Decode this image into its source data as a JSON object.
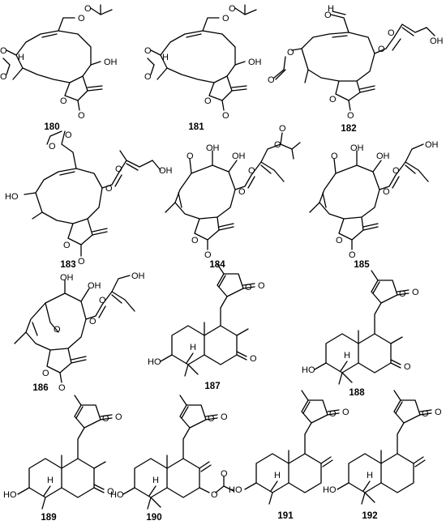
{
  "figure": {
    "compounds": [
      {
        "id": "c180",
        "label": "180"
      },
      {
        "id": "c181",
        "label": "181"
      },
      {
        "id": "c182",
        "label": "182"
      },
      {
        "id": "c183",
        "label": "183"
      },
      {
        "id": "c184",
        "label": "184"
      },
      {
        "id": "c185",
        "label": "185"
      },
      {
        "id": "c186",
        "label": "186"
      },
      {
        "id": "c187",
        "label": "187"
      },
      {
        "id": "c188",
        "label": "188"
      },
      {
        "id": "c189",
        "label": "189"
      },
      {
        "id": "c190",
        "label": "190"
      },
      {
        "id": "c191",
        "label": "191"
      },
      {
        "id": "c192",
        "label": "192"
      }
    ],
    "atoms": {
      "O": "O",
      "OH": "OH",
      "HO": "HO",
      "H": "H"
    }
  }
}
